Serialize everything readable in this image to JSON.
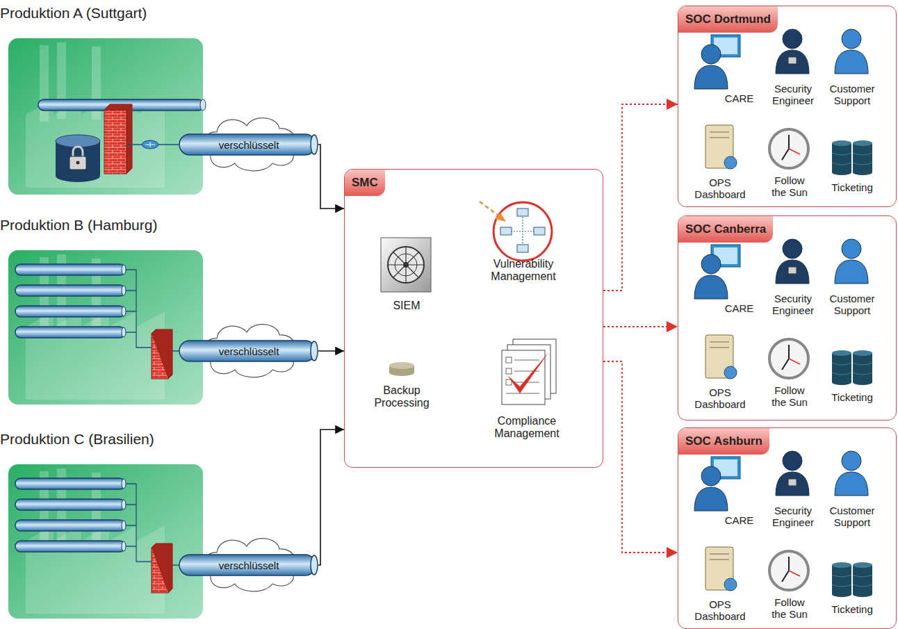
{
  "diagram": {
    "nodes": [
      {
        "text": [
          "Produktion A (Suttgart)"
        ]
      },
      {
        "text": [
          "verschlüsselt"
        ]
      },
      {
        "text": [
          "Produktion B (Hamburg)"
        ]
      },
      {
        "text": [
          "verschlüsselt"
        ]
      },
      {
        "text": [
          "Produktion C (Brasilien)"
        ]
      },
      {
        "text": [
          "verschlüsselt"
        ]
      },
      {
        "text": [
          "SMC"
        ]
      },
      {
        "text": [
          "SIEM"
        ],
        "in": 6
      },
      {
        "text": [
          "Vulnerability Management"
        ],
        "in": 6
      },
      {
        "text": [
          "Backup Processing"
        ],
        "in": 6
      },
      {
        "text": [
          "Compliance Management"
        ],
        "in": 6
      },
      {
        "text": [
          "SOC Dortmund"
        ]
      },
      {
        "text": [
          "CARE"
        ],
        "in": 11
      },
      {
        "text": [
          "Security Engineer"
        ],
        "in": 11
      },
      {
        "text": [
          "Customer Support"
        ],
        "in": 11
      },
      {
        "text": [
          "OPS Dashboard"
        ],
        "in": 11
      },
      {
        "text": [
          "Follow the Sun"
        ],
        "in": 11
      },
      {
        "text": [
          "Ticketing"
        ],
        "in": 11
      },
      {
        "text": [
          "SOC Canberra"
        ]
      },
      {
        "text": [
          "CARE"
        ],
        "in": 18
      },
      {
        "text": [
          "Security Engineer"
        ],
        "in": 18
      },
      {
        "text": [
          "Customer Support"
        ],
        "in": 18
      },
      {
        "text": [
          "OPS Dashboard"
        ],
        "in": 18
      },
      {
        "text": [
          "Follow the Sun"
        ],
        "in": 18
      },
      {
        "text": [
          "Ticketing"
        ],
        "in": 18
      },
      {
        "text": [
          "SOC Ashburn"
        ]
      },
      {
        "text": [
          "CARE"
        ],
        "in": 25
      },
      {
        "text": [
          "Security Engineer"
        ],
        "in": 25
      },
      {
        "text": [
          "Customer Support"
        ],
        "in": 25
      },
      {
        "text": [
          "OPS Dashboard"
        ],
        "in": 25
      },
      {
        "text": [
          "Follow the Sun"
        ],
        "in": 25
      },
      {
        "text": [
          "Ticketing"
        ],
        "in": 25
      }
    ],
    "edges": [
      {
        "from": 1,
        "to": 6,
        "arrow": "to"
      },
      {
        "from": 3,
        "to": 6,
        "arrow": "to"
      },
      {
        "from": 5,
        "to": 6,
        "arrow": "to"
      },
      {
        "from": 6,
        "to": 11,
        "arrow": "to"
      },
      {
        "from": 6,
        "to": 18,
        "arrow": "to"
      },
      {
        "from": 6,
        "to": 25,
        "arrow": "to"
      }
    ]
  }
}
